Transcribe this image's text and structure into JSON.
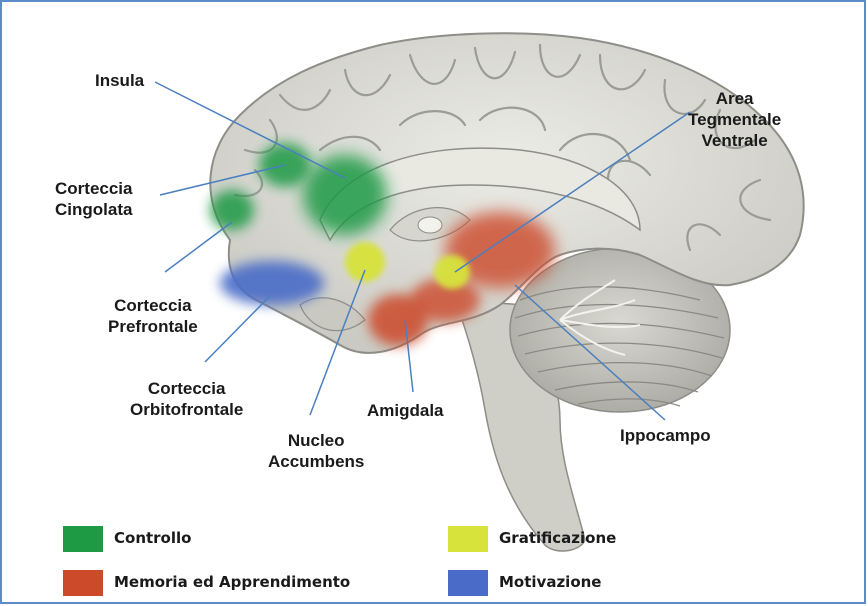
{
  "labels": {
    "insula": "Insula",
    "corteccia_cingolata": [
      "Corteccia",
      "Cingolata"
    ],
    "corteccia_prefrontale": [
      "Corteccia",
      "Prefrontale"
    ],
    "corteccia_orbitofrontale": [
      "Corteccia",
      "Orbitofrontale"
    ],
    "nucleo_accumbens": [
      "Nucleo",
      "Accumbens"
    ],
    "amigdala": "Amigdala",
    "ippocampo": "Ippocampo",
    "area_tegmentale_ventrale": [
      "Area",
      "Tegmentale",
      "Ventrale"
    ]
  },
  "legend": [
    {
      "label": "Controllo",
      "color": "#1e9a45"
    },
    {
      "label": "Memoria ed Apprendimento",
      "color": "#cc4a2a"
    },
    {
      "label": "Gratificazione",
      "color": "#d7e23a"
    },
    {
      "label": "Motivazione",
      "color": "#4a6cc8"
    }
  ],
  "colors": {
    "frame": "#5b8cc7",
    "leader_line": "#4a7fc0",
    "brain_fill": "#dcdcd6",
    "brain_shadow": "#9a9a94"
  }
}
